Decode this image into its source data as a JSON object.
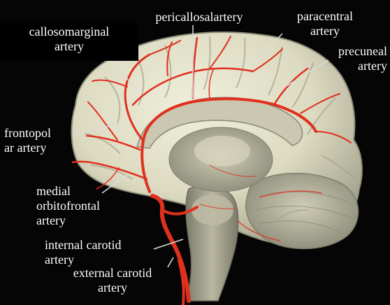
{
  "labels": {
    "callosomarginal": "callosomarginal\nartery",
    "pericallosal": "pericallosalartery",
    "paracentral": "paracentral\nartery",
    "precuneal": "precuneal\nartery",
    "frontopolar": "frontopol\nar artery",
    "medial_orbitofrontal": "medial\norbitofrontal\nartery",
    "internal_carotid": "internal carotid\nartery",
    "external_carotid": "external carotid\nartery"
  },
  "colors": {
    "background": "#050505",
    "brain_tissue": "#e6e4cc",
    "brain_shadow": "#a9a891",
    "artery": "#e0301e",
    "label_text": "#ffffff",
    "leader_line": "#dcdcdc"
  }
}
